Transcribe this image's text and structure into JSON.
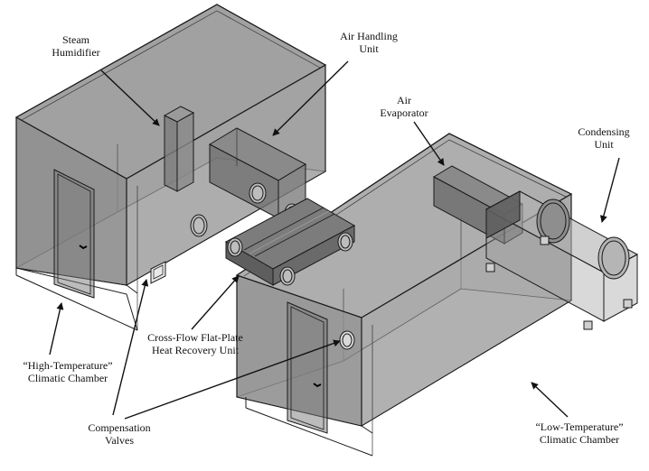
{
  "labels": {
    "steam_humidifier": [
      "Steam",
      "Humidifier"
    ],
    "air_handling_unit": [
      "Air Handling",
      "Unit"
    ],
    "air_evaporator": [
      "Air",
      "Evaporator"
    ],
    "condensing_unit": [
      "Condensing",
      "Unit"
    ],
    "heat_recovery_unit": [
      "Cross-Flow Flat-Plate",
      "Heat Recovery Unit"
    ],
    "high_temp_chamber": [
      "“High-Temperature”",
      "Climatic Chamber"
    ],
    "compensation_valves": [
      "Compensation",
      "Valves"
    ],
    "low_temp_chamber": [
      "“Low-Temperature”",
      "Climatic Chamber"
    ]
  },
  "colors": {
    "wall_dark": "#8c8c8c",
    "wall_mid": "#a3a3a3",
    "floor": "#b8b8b8",
    "edge": "#1a1a1a",
    "component": "#6e6e6e"
  }
}
